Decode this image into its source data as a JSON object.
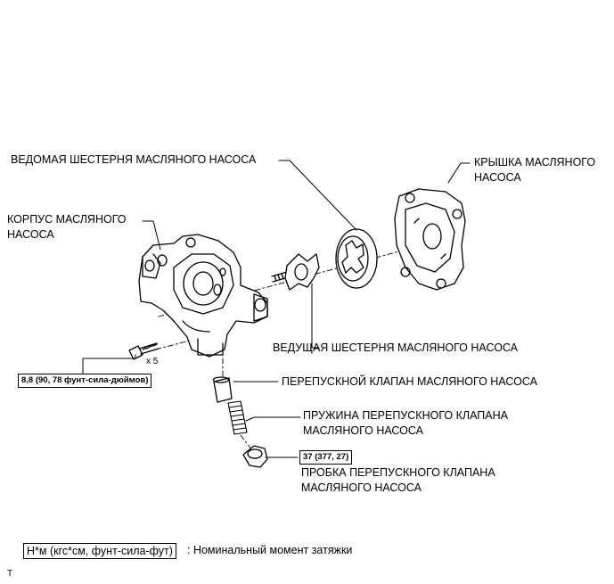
{
  "labels": {
    "driven_gear": "ВЕДОМАЯ ШЕСТЕРНЯ МАСЛЯНОГО НАСОСА",
    "cover_line1": "КРЫШКА МАСЛЯНОГО",
    "cover_line2": "НАСОСА",
    "body_line1": "КОРПУС МАСЛЯНОГО",
    "body_line2": "НАСОСА",
    "drive_gear": "ВЕДУЩАЯ ШЕСТЕРНЯ МАСЛЯНОГО НАСОСА",
    "relief_valve": "ПЕРЕПУСКНОЙ КЛАПАН МАСЛЯНОГО НАСОСА",
    "spring_line1": "ПРУЖИНА ПЕРЕПУСКНОГО КЛАПАНА",
    "spring_line2": "МАСЛЯНОГО НАСОСА",
    "plug_line1": "ПРОБКА ПЕРЕПУСКНОГО КЛАПАНА",
    "plug_line2": "МАСЛЯНОГО НАСОСА",
    "bolt_count": "x 5"
  },
  "torque": {
    "bolts": "8,8 (90, 78 фунт-сила-дюймов)",
    "plug": "37 (377, 27)"
  },
  "legend": {
    "unit_box": "Н*м (кгс*см, фунт-сила-фут)",
    "description": ": Номинальный момент затяжки"
  },
  "corner_mark": "T"
}
